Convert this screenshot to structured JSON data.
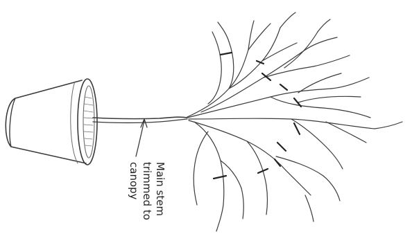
{
  "annotation": {
    "lines": [
      "Main stem",
      "trimmed to",
      "canopy"
    ]
  }
}
